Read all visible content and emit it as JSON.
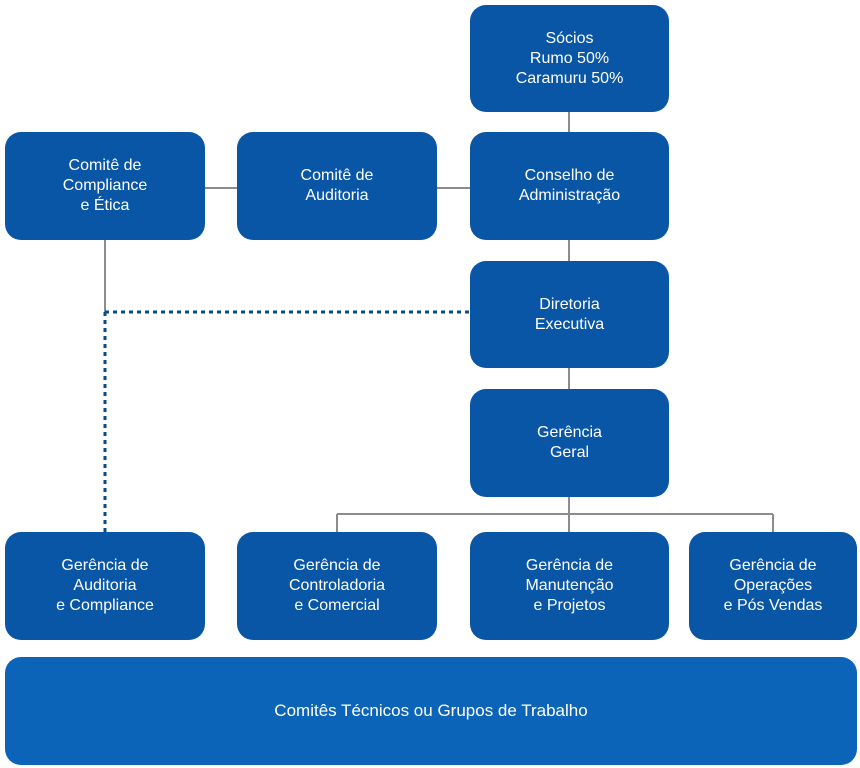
{
  "boxes": {
    "socios": [
      "Sócios",
      "Rumo 50%",
      "Caramuru 50%"
    ],
    "conselho": [
      "Conselho de",
      "Administração"
    ],
    "comite_auditoria": [
      "Comitê de",
      "Auditoria"
    ],
    "comite_compliance": [
      "Comitê de",
      "Compliance",
      "e Ética"
    ],
    "diretoria": [
      "Diretoria",
      "Executiva"
    ],
    "gerencia_geral": [
      "Gerência",
      "Geral"
    ],
    "gerencia_auditoria": [
      "Gerência de",
      "Auditoria",
      "e Compliance"
    ],
    "gerencia_controladoria": [
      "Gerência de",
      "Controladoria",
      "e Comercial"
    ],
    "gerencia_manutencao": [
      "Gerência de",
      "Manutenção",
      "e Projetos"
    ],
    "gerencia_operacoes": [
      "Gerência de",
      "Operações",
      "e Pós Vendas"
    ],
    "comites_tecnicos": "Comitês Técnicos ou Grupos de Trabalho"
  },
  "colors": {
    "box": "#0a56a6",
    "wide_box": "#0c64b8",
    "line": "#8c8c8c",
    "dotted": "#0a4a8f"
  }
}
